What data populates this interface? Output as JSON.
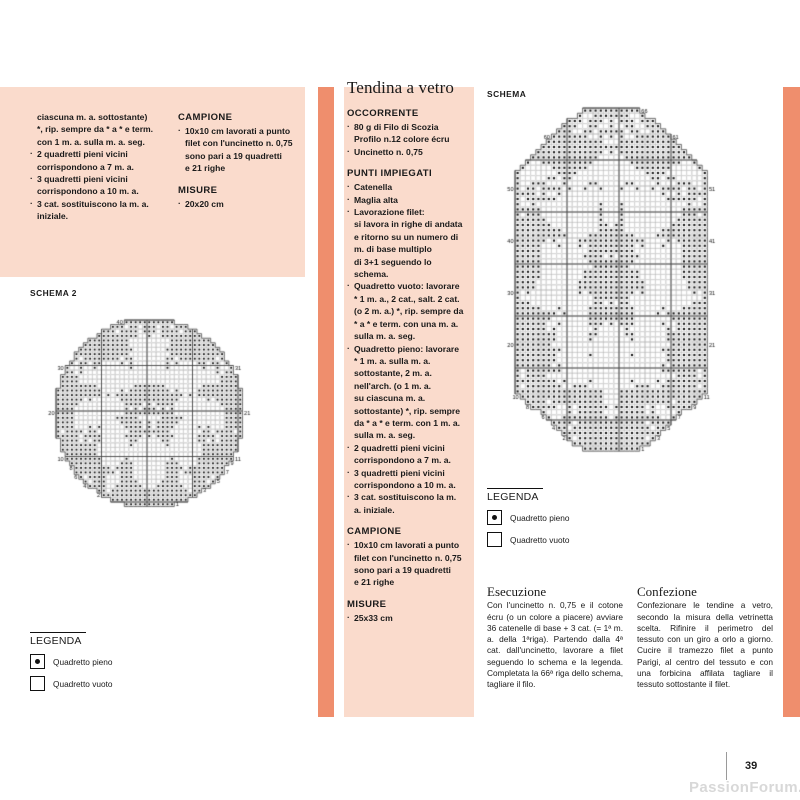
{
  "colors": {
    "tint": "#fadbcc",
    "stripe": "#ef8e6d",
    "ink": "#1a1a1a"
  },
  "left_panel": {
    "continued_lines": [
      "ciascuna m. a. sottostante)",
      "*, rip. sempre da * a * e term.",
      "con 1 m. a. sulla m. a. seg."
    ],
    "bullets": [
      [
        "2 quadretti pieni vicini",
        "corrispondono a 7 m. a."
      ],
      [
        "3 quadretti pieni vicini",
        "corrispondono a 10 m. a."
      ],
      [
        "3 cat. sostituiscono la m. a.",
        "iniziale."
      ]
    ],
    "campione_head": "CAMPIONE",
    "campione_lines": [
      "10x10 cm lavorati a punto",
      "filet con l'uncinetto n. 0,75",
      "sono pari a 19 quadretti",
      "e 21 righe"
    ],
    "misure_head": "MISURE",
    "misure_value": "20x20 cm"
  },
  "left_schema": {
    "label": "SCHEMA 2"
  },
  "left_legend": {
    "title": "LEGENDA",
    "items": [
      {
        "icon": "filled-square-icon",
        "label": "Quadretto pieno"
      },
      {
        "icon": "empty-square-icon",
        "label": "Quadretto vuoto"
      }
    ]
  },
  "middle_panel": {
    "title": "Tendina a vetro",
    "occorrente_head": "OCCORRENTE",
    "occorrente": [
      [
        "80 g di Filo di Scozia",
        "Profilo n.12 colore écru"
      ],
      [
        "Uncinetto n. 0,75"
      ]
    ],
    "punti_head": "PUNTI IMPIEGATI",
    "punti": [
      [
        "Catenella"
      ],
      [
        "Maglia alta"
      ],
      [
        "Lavorazione filet:",
        "si lavora in righe di andata",
        "e ritorno su un numero di",
        "m. di base multiplo",
        "di 3+1 seguendo lo",
        "schema."
      ],
      [
        "Quadretto vuoto: lavorare",
        "* 1 m. a., 2 cat., salt. 2 cat.",
        "(o 2 m. a.) *, rip. sempre da",
        "* a * e term. con una m. a.",
        "sulla m. a. seg."
      ],
      [
        "Quadretto pieno: lavorare",
        "* 1 m. a. sulla m. a.",
        "sottostante, 2 m. a.",
        "nell'arch. (o 1 m. a.",
        "su ciascuna m. a.",
        "sottostante) *, rip. sempre",
        "da * a * e term. con 1 m. a.",
        "sulla m. a. seg."
      ],
      [
        "2 quadretti pieni vicini",
        "corrispondono a 7 m. a."
      ],
      [
        "3 quadretti pieni vicini",
        "corrispondono a 10 m. a."
      ],
      [
        "3 cat. sostituiscono la m.",
        "a. iniziale."
      ]
    ],
    "campione_head": "CAMPIONE",
    "campione_lines": [
      "10x10 cm lavorati a punto",
      "filet con l'uncinetto n. 0,75",
      "sono pari a 19 quadretti",
      "e 21 righe"
    ],
    "misure_head": "MISURE",
    "misure_value": "25x33 cm"
  },
  "right_schema": {
    "label": "SCHEMA"
  },
  "right_legend": {
    "title": "LEGENDA",
    "items": [
      {
        "icon": "filled-square-icon",
        "label": "Quadretto pieno"
      },
      {
        "icon": "empty-square-icon",
        "label": "Quadretto vuoto"
      }
    ]
  },
  "esecuzione": {
    "title": "Esecuzione",
    "text": "Con l'uncinetto n. 0,75 e il cotone écru (o un colore a piacere) avviare 36 catenelle di base + 3 cat. (= 1ª m. a. della 1ªriga). Partendo dalla 4ª cat. dall'uncinetto, lavorare a filet seguendo lo schema e la legenda. Completata la 66ª riga dello schema, tagliare il filo."
  },
  "confezione": {
    "title": "Confezione",
    "text": "Confezionare le tendine a vetro, secondo la misura della vetrinetta scelta. Rifinire il perimetro del tessuto con un giro a orlo a giorno. Cucire il tramezzo filet a punto Parigi, al centro del tessuto e con una forbicina affilata tagliare il tessuto sottostante il filet."
  },
  "footer": {
    "page_number": "39",
    "watermark": "PassionForum.ru"
  },
  "chart_data": [
    {
      "id": "schema2",
      "type": "heatmap",
      "title": "SCHEMA 2",
      "shape": "circle",
      "cols": 41,
      "rows": 41,
      "cell": 4.55,
      "row_labels_left": [
        "40",
        "30",
        "20",
        "10",
        "8",
        "6",
        "4",
        "2"
      ],
      "row_labels_right": [
        "31",
        "21",
        "11",
        "9",
        "7",
        "5",
        "3",
        "1"
      ],
      "grid": "on",
      "heavy_every": 10,
      "legend": [
        "Quadretto pieno",
        "Quadretto vuoto"
      ]
    },
    {
      "id": "schema",
      "type": "heatmap",
      "title": "SCHEMA",
      "shape": "octagon",
      "cols": 37,
      "rows": 66,
      "cell": 5.2,
      "row_labels_left": [
        "60",
        "50",
        "40",
        "30",
        "20",
        "10",
        "8",
        "6",
        "4",
        "2"
      ],
      "row_labels_right": [
        "66",
        "61",
        "51",
        "41",
        "31",
        "21",
        "11",
        "9",
        "7",
        "5",
        "3",
        "1"
      ],
      "grid": "on",
      "heavy_every": 10,
      "legend": [
        "Quadretto pieno",
        "Quadretto vuoto"
      ]
    }
  ]
}
